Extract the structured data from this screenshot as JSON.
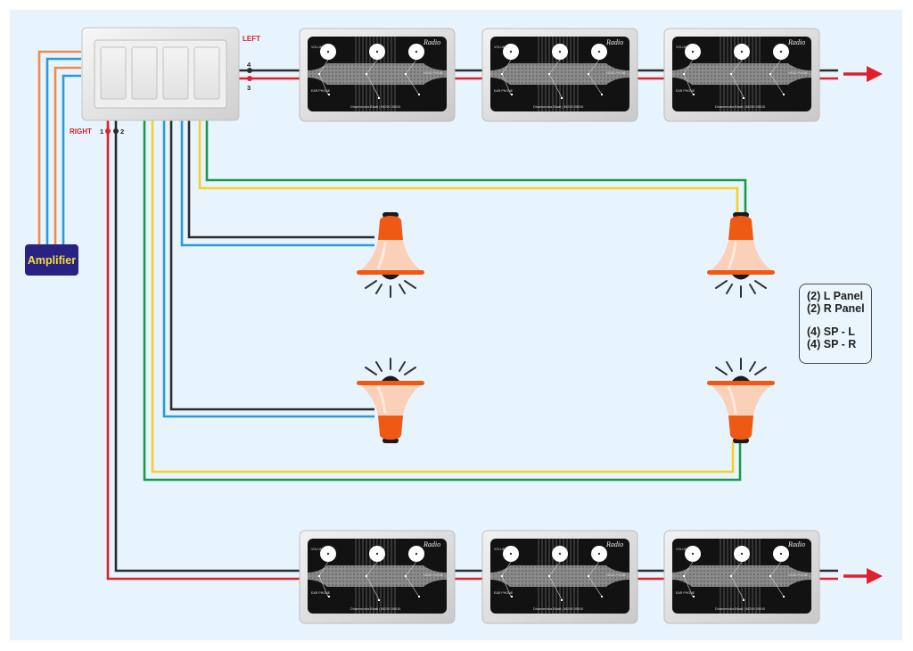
{
  "diagram": {
    "title": "Four-gang switch panel wiring with amplifier, speakers and extension panels",
    "switch_plate": {
      "label_left": "LEFT",
      "label_right": "RIGHT",
      "switch_count": 4,
      "terminals": [
        "1",
        "2",
        "3",
        "4"
      ]
    },
    "amplifier": {
      "label": "Amplifier"
    },
    "legend": {
      "lines": [
        "(2) L Panel",
        "(2) R Panel",
        "(4) SP - L",
        "(4) SP - R"
      ]
    },
    "panel_text": {
      "volume": "VOLUME",
      "ear_phone": "EAR PHONE",
      "head_phone": "HEAD PHONE",
      "footer": "Dharmendra Bhatt | 98290 05910",
      "brand": "Radio"
    },
    "panel_rows": {
      "top_count": 3,
      "bottom_count": 3
    },
    "speakers": [
      {
        "id": "sp-top-left",
        "orientation": "down"
      },
      {
        "id": "sp-top-right",
        "orientation": "down"
      },
      {
        "id": "sp-bottom-left",
        "orientation": "up"
      },
      {
        "id": "sp-bottom-right",
        "orientation": "up"
      }
    ],
    "colors": {
      "background": "#e8f4fd",
      "wire_red": "#e0202a",
      "wire_black": "#2b2b2b",
      "wire_blue": "#2a9ad8",
      "wire_orange": "#ef8a4a",
      "wire_green": "#1a9a48",
      "wire_yellow": "#f5cf2a",
      "speaker_orange": "#ee5a14",
      "speaker_light": "#fbd0b8",
      "amplifier_bg": "#2a2283",
      "amplifier_text": "#f4dd3a",
      "label_red": "#d42027"
    }
  }
}
